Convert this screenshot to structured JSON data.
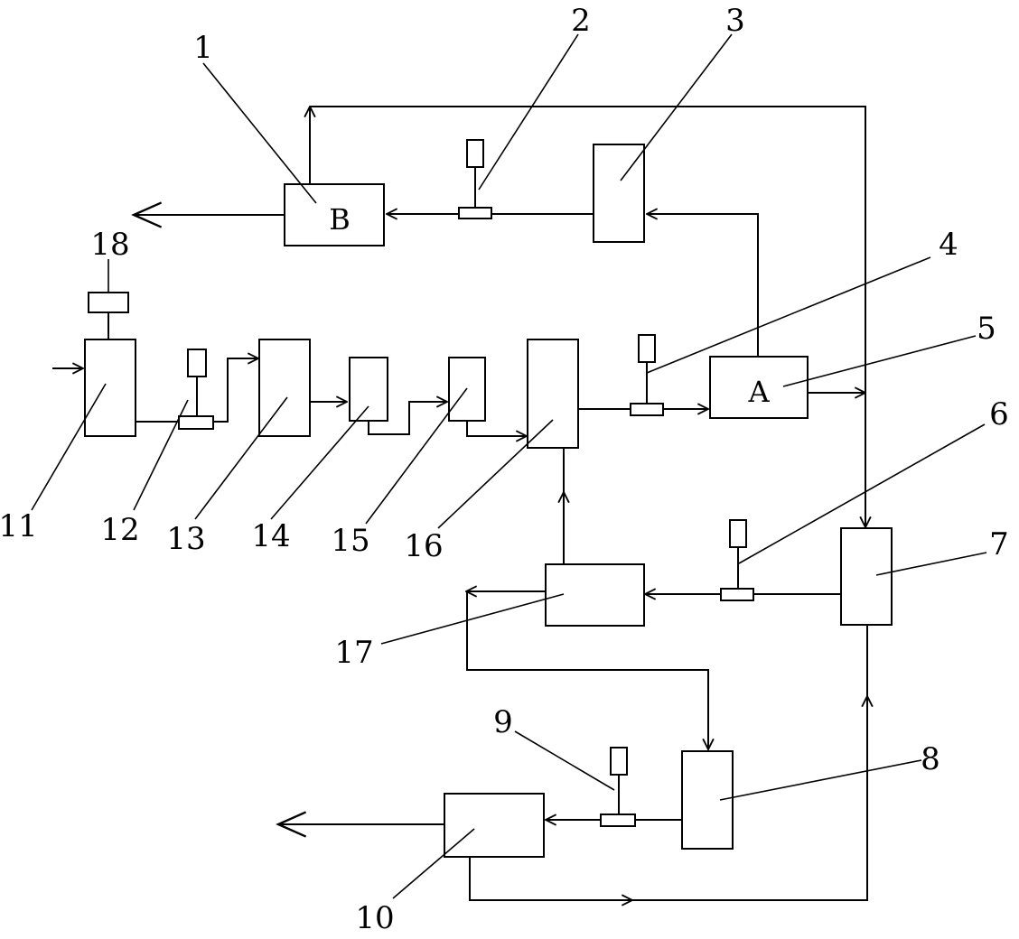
{
  "labels": {
    "n1": "1",
    "n2": "2",
    "n3": "3",
    "n4": "4",
    "n5": "5",
    "n6": "6",
    "n7": "7",
    "n8": "8",
    "n9": "9",
    "n10": "10",
    "n11": "11",
    "n12": "12",
    "n13": "13",
    "n14": "14",
    "n15": "15",
    "n16": "16",
    "n17": "17",
    "n18": "18"
  },
  "box_letters": {
    "a": "A",
    "b": "B"
  }
}
